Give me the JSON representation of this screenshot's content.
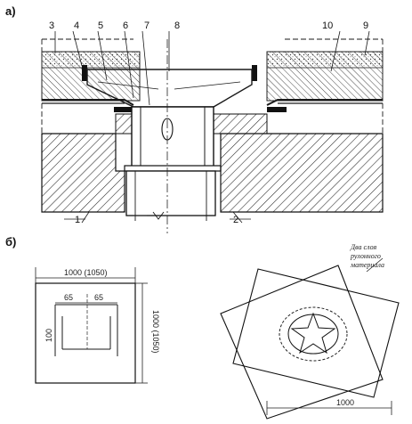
{
  "section_a": {
    "label": "а)",
    "callouts": [
      "3",
      "4",
      "5",
      "6",
      "7",
      "8",
      "10",
      "9",
      "1",
      "2"
    ]
  },
  "section_b": {
    "label": "б)",
    "plan_width": "1000 (1050)",
    "plan_height": "1000 (1050)",
    "dim_left": "65",
    "dim_right": "65",
    "dim_small": "100",
    "note_lines": [
      "Два слоя",
      "рулонного",
      "материала"
    ],
    "square_width": "1000"
  }
}
